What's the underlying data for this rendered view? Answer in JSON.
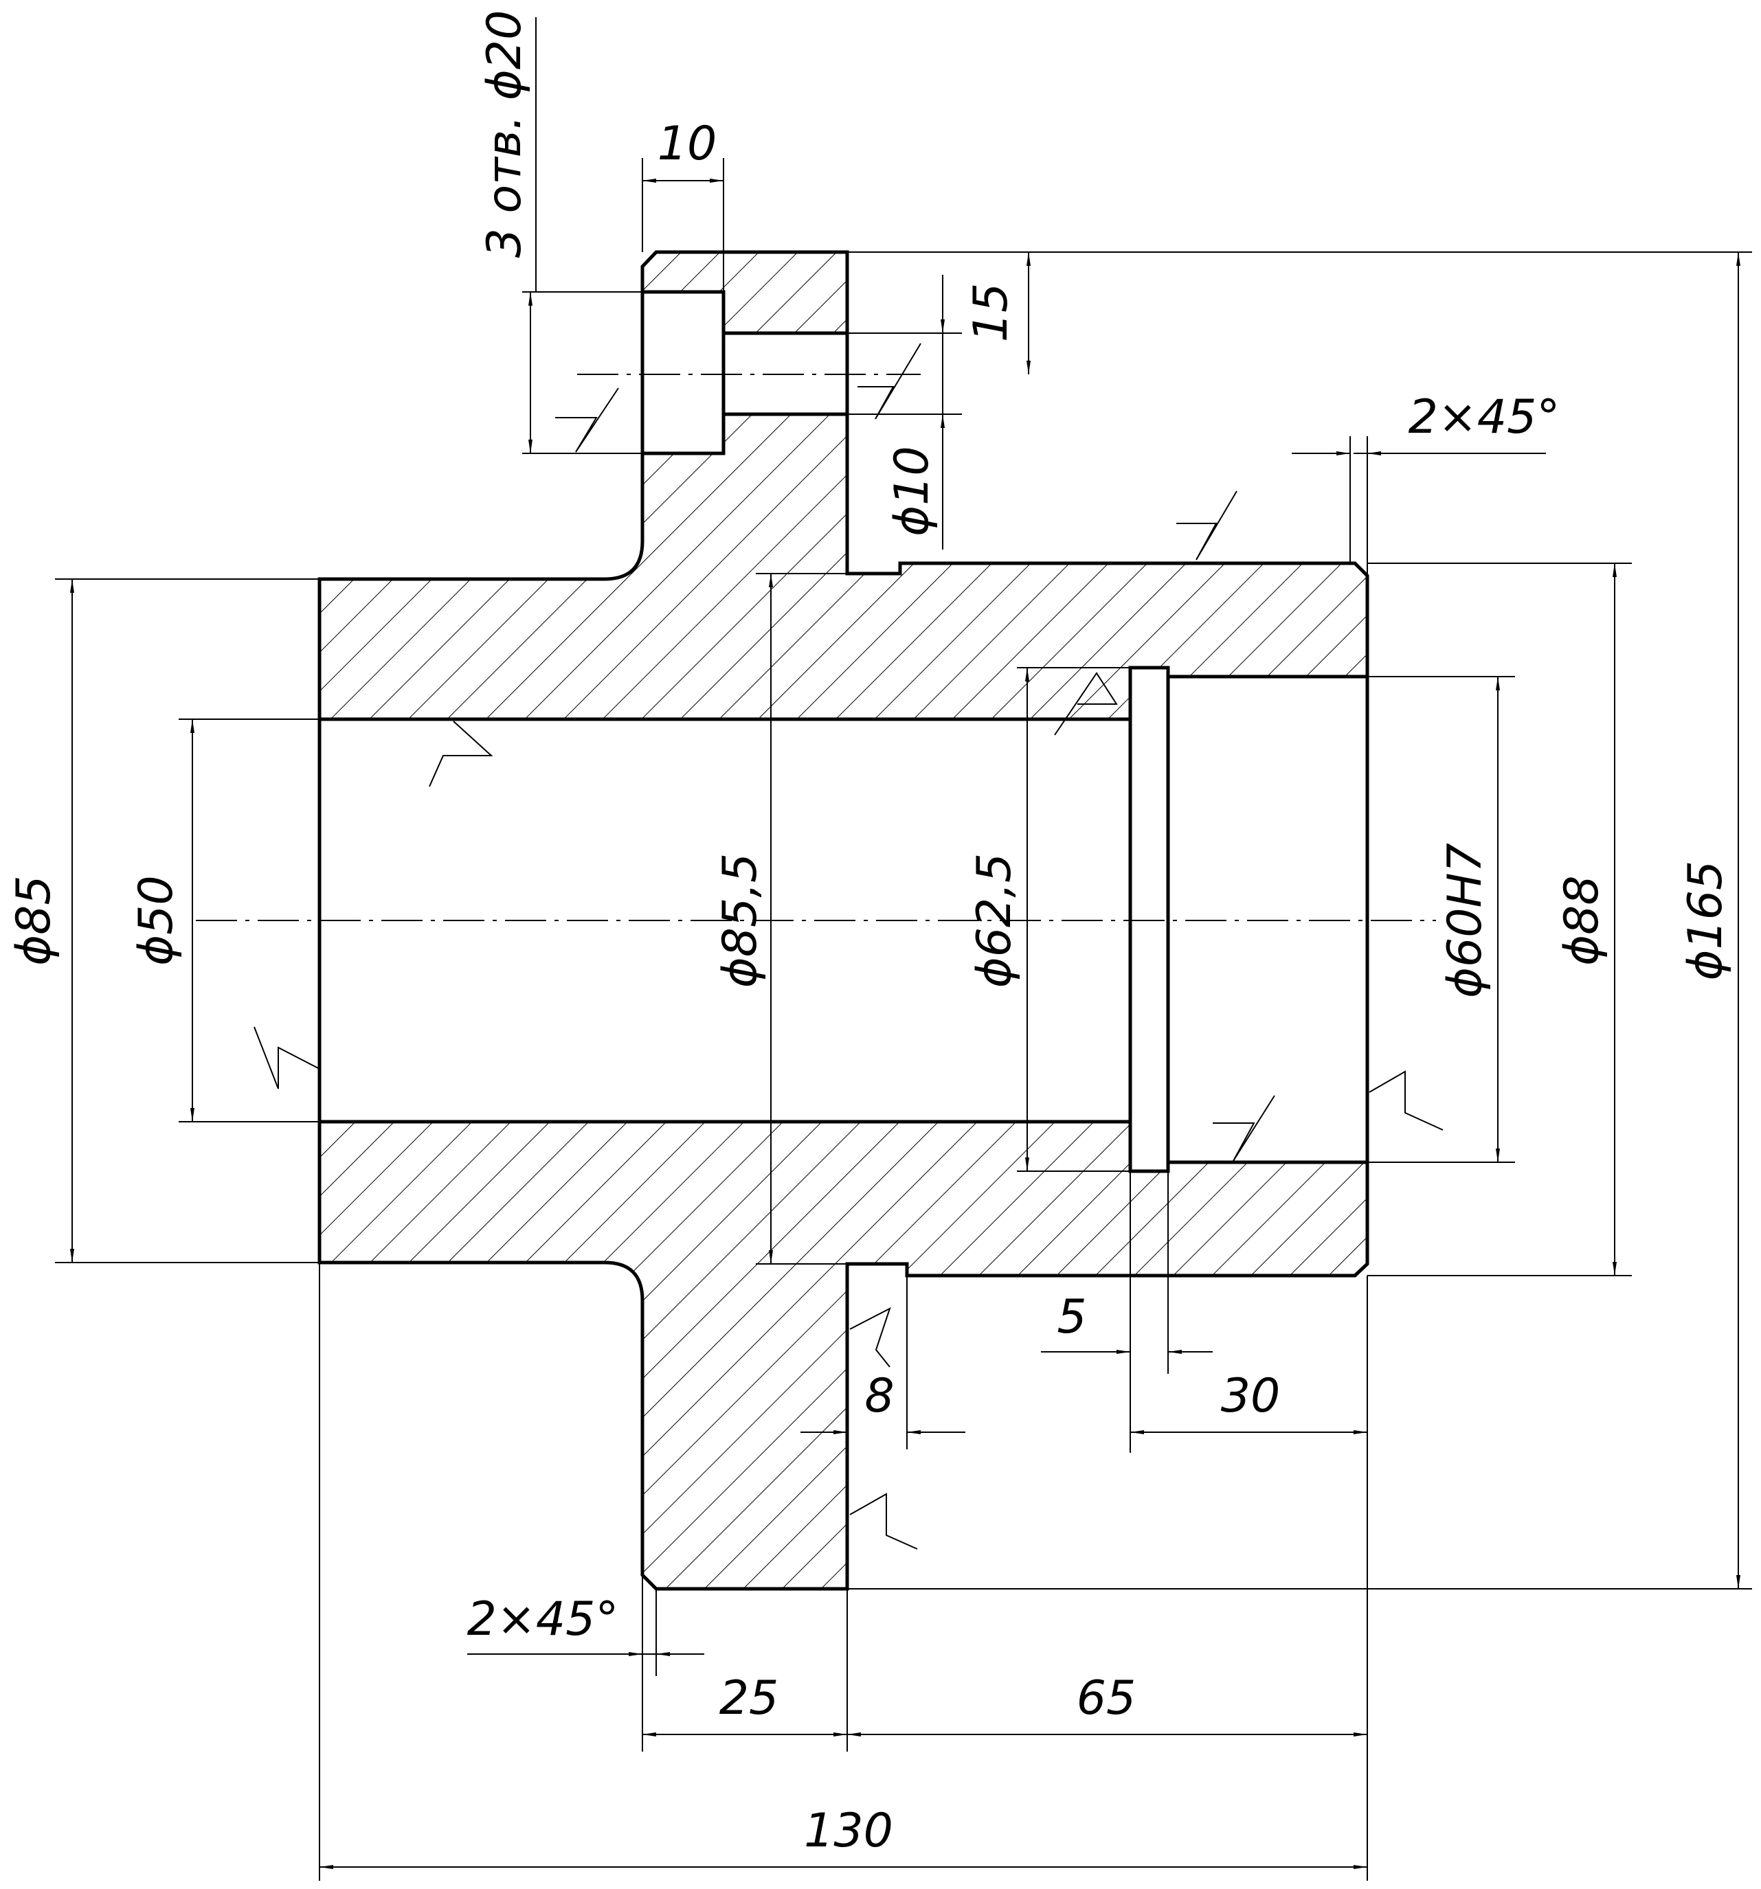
{
  "dimensions": {
    "d85": "ϕ85",
    "d50": "ϕ50",
    "d85_5": "ϕ85,5",
    "d62_5": "ϕ62,5",
    "d60H7": "ϕ60H7",
    "d88": "ϕ88",
    "d165": "ϕ165",
    "d10": "ϕ10",
    "holes_note": "3 отв. ϕ20",
    "w10": "10",
    "h15": "15",
    "chamfer_right": "2×45°",
    "chamfer_left": "2×45°",
    "w5": "5",
    "w8": "8",
    "w30": "30",
    "w25": "25",
    "w65": "65",
    "w130": "130"
  }
}
